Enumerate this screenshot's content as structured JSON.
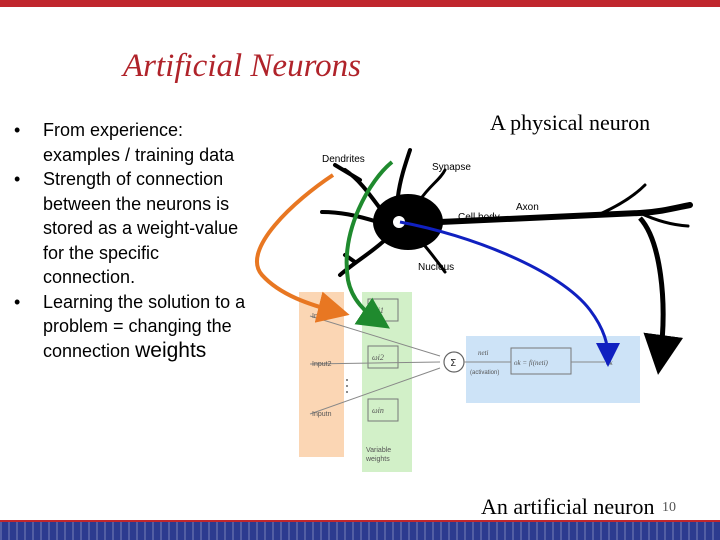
{
  "slide": {
    "title": "Artificial Neurons",
    "bullets": [
      {
        "text": "From experience: examples / training data"
      },
      {
        "text": "Strength of connection between the neurons is stored as a weight-value for the specific connection."
      },
      {
        "text": "Learning the solution to a problem = changing the connection",
        "tail": "weights"
      }
    ],
    "bullet_symbol": "•",
    "physical_label": "A physical neuron",
    "artificial_label": "An artificial neuron",
    "slide_number": "10"
  },
  "neuron_labels": {
    "dendrites": "Dendrites",
    "synapse": "Synapse",
    "axon": "Axon",
    "cell_body": "Cell body",
    "nucleus": "Nucleus"
  },
  "model_labels": {
    "inputs": [
      "Input1",
      "Input2",
      "Inputn"
    ],
    "weights": [
      "ωi1",
      "ωi2",
      "ωin"
    ],
    "sum": "Σ",
    "net": "neti",
    "activation": "(activation)",
    "formula": "ok = fi(neti)",
    "output": "ok",
    "variable_weights": [
      "Variable",
      "weights"
    ]
  },
  "colors": {
    "title": "#b0232a",
    "orange_arrow": "#e87722",
    "green_arrow": "#1f8a2e",
    "blue_arrow": "#1020c0",
    "black_arrow": "#000000",
    "footer": "#2c3b8f"
  }
}
